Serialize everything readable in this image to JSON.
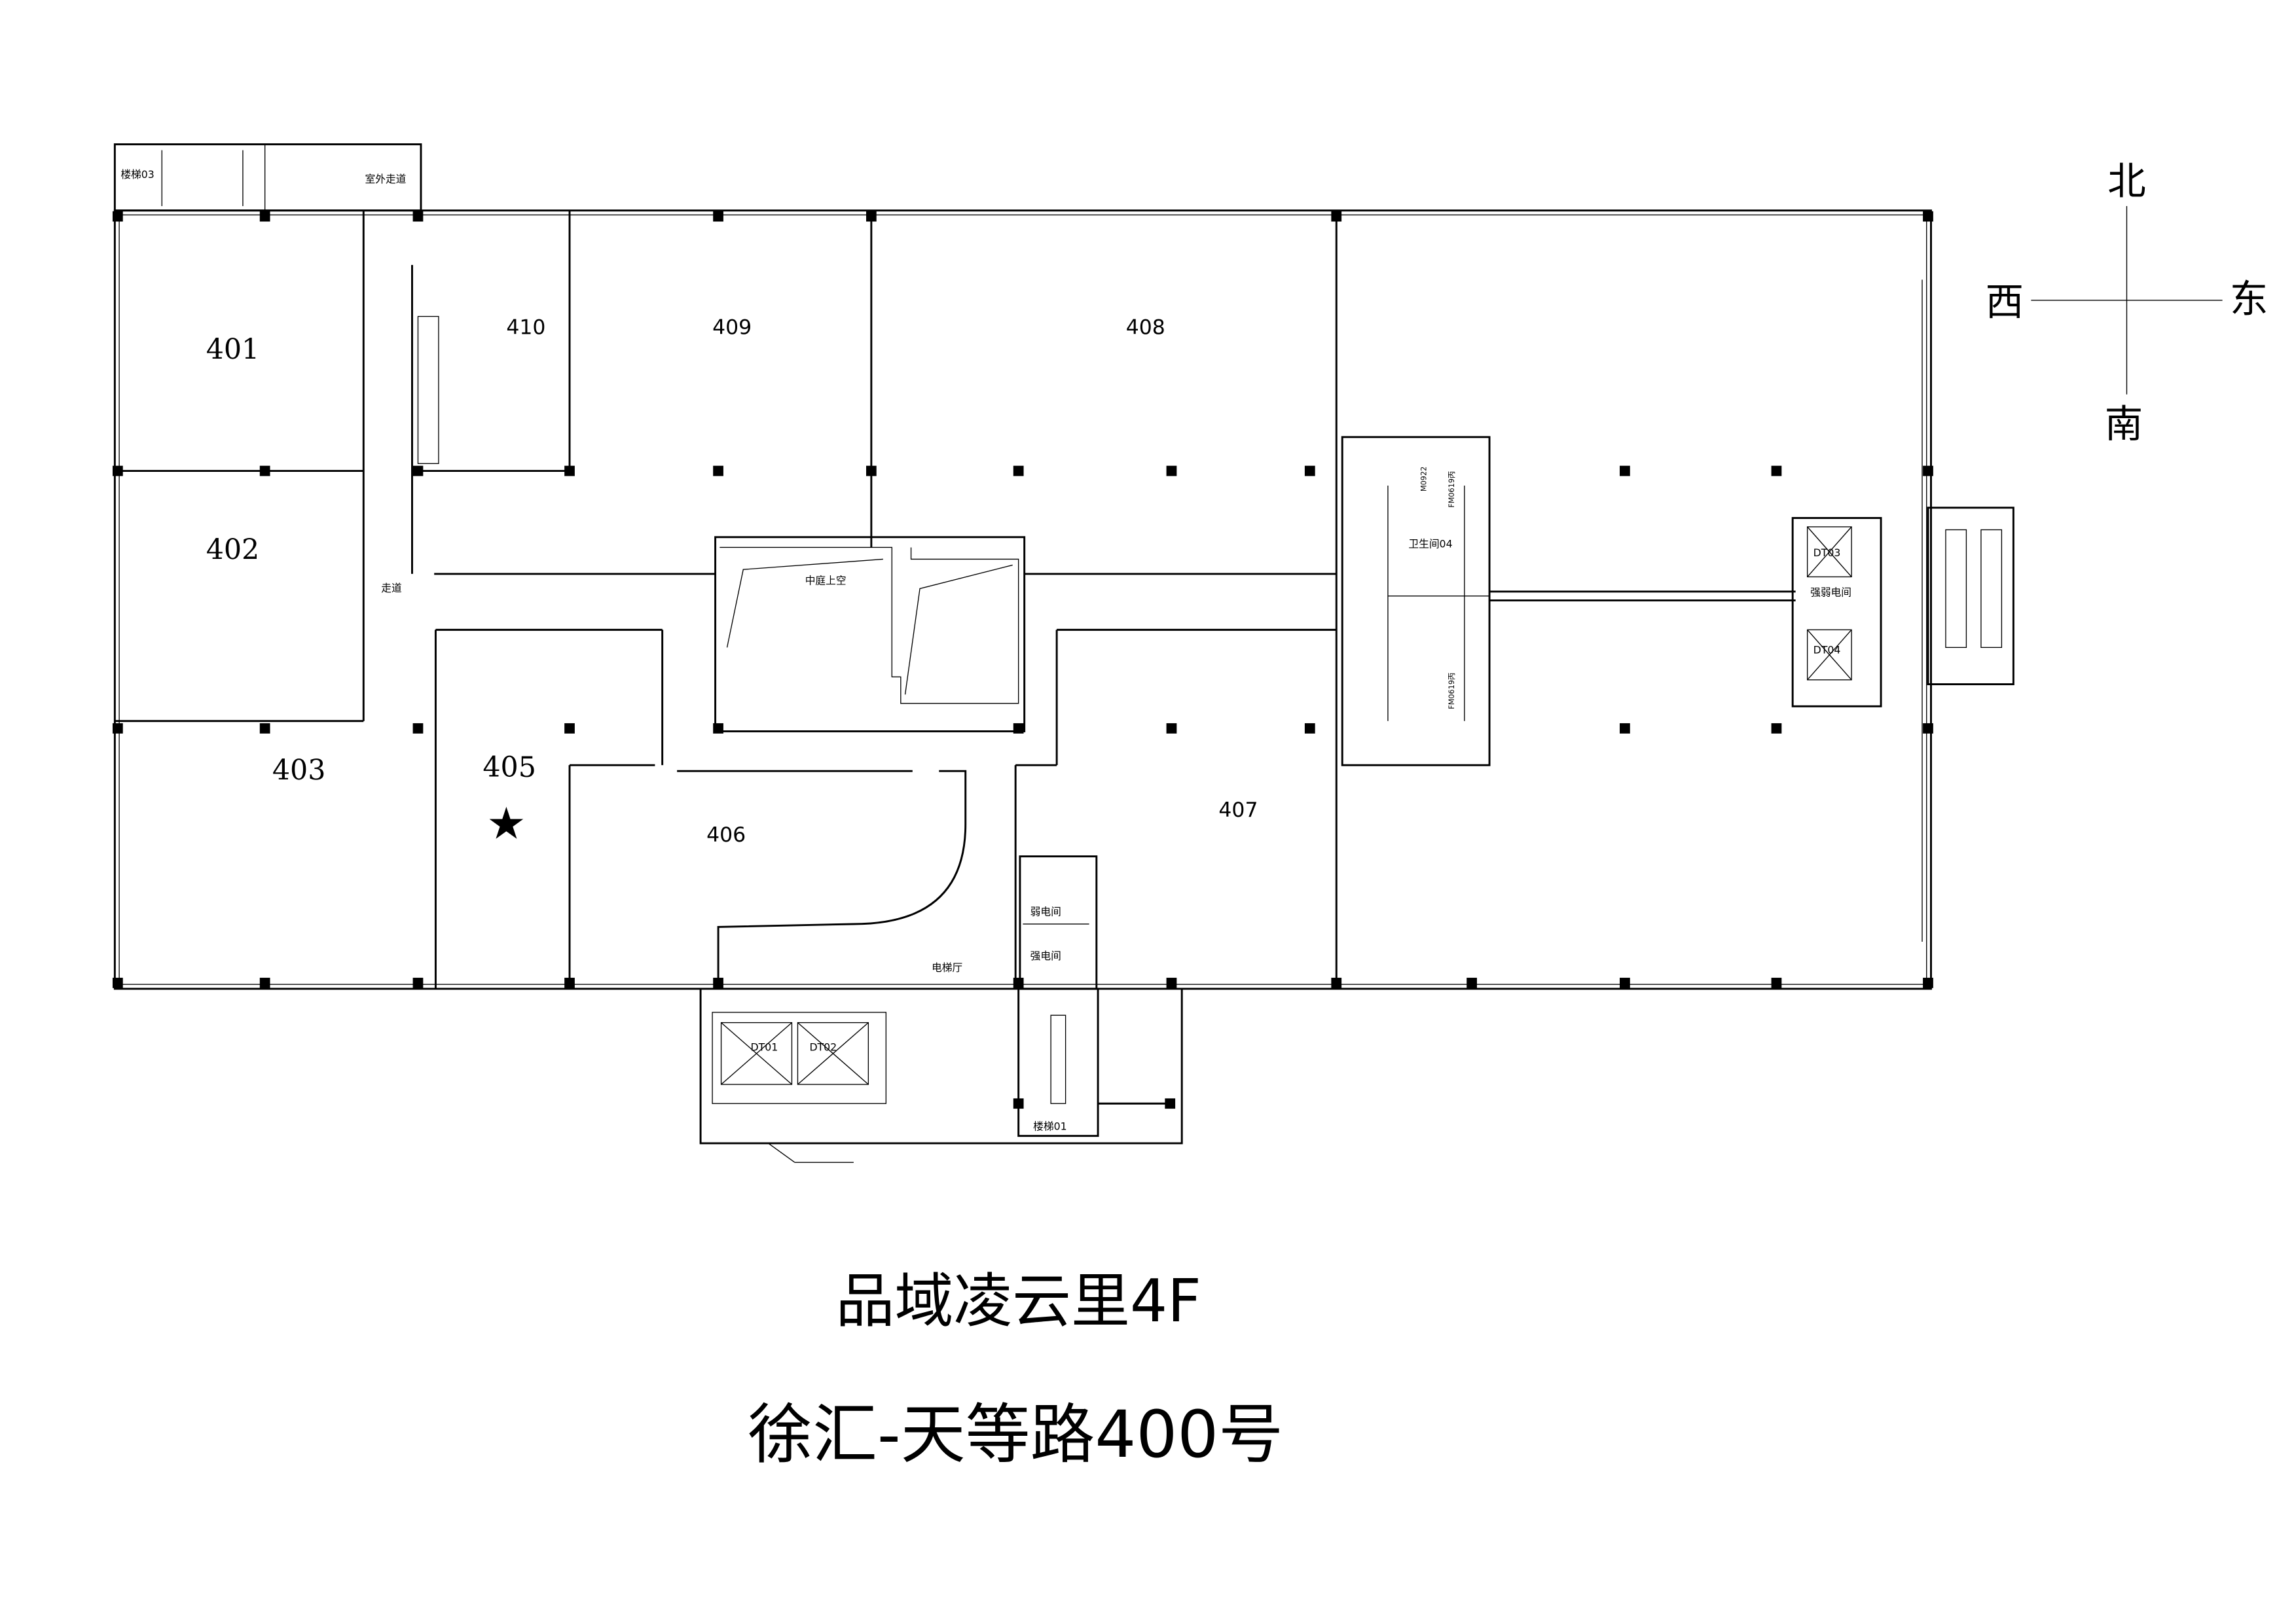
{
  "rooms": {
    "r401": "401",
    "r402": "402",
    "r403": "403",
    "r405": "405",
    "r406": "406",
    "r407": "407",
    "r408": "408",
    "r409": "409",
    "r410": "410"
  },
  "labels": {
    "stair03": "楼梯03",
    "outdoor_corridor": "室外走道",
    "corridor": "走道",
    "atrium": "中庭上空",
    "restroom04": "卫生间04",
    "fm_door_1": "FM0619丙",
    "fm_door_2": "FM0619丙",
    "m_door": "M0922",
    "dt03": "DT03",
    "dt04": "DT04",
    "power_room_right": "强弱电间",
    "elevator_hall": "电梯厅",
    "weak_power_room": "弱电间",
    "strong_power_room": "强电间",
    "dt01": "DT01",
    "dt02": "DT02",
    "stair01": "楼梯01"
  },
  "compass": {
    "north": "北",
    "south": "南",
    "east": "东",
    "west": "西"
  },
  "marker": {
    "icon": "star-icon",
    "room": "405"
  },
  "title": {
    "line1": "品域凌云里4F",
    "line2": "徐汇-天等路400号"
  }
}
